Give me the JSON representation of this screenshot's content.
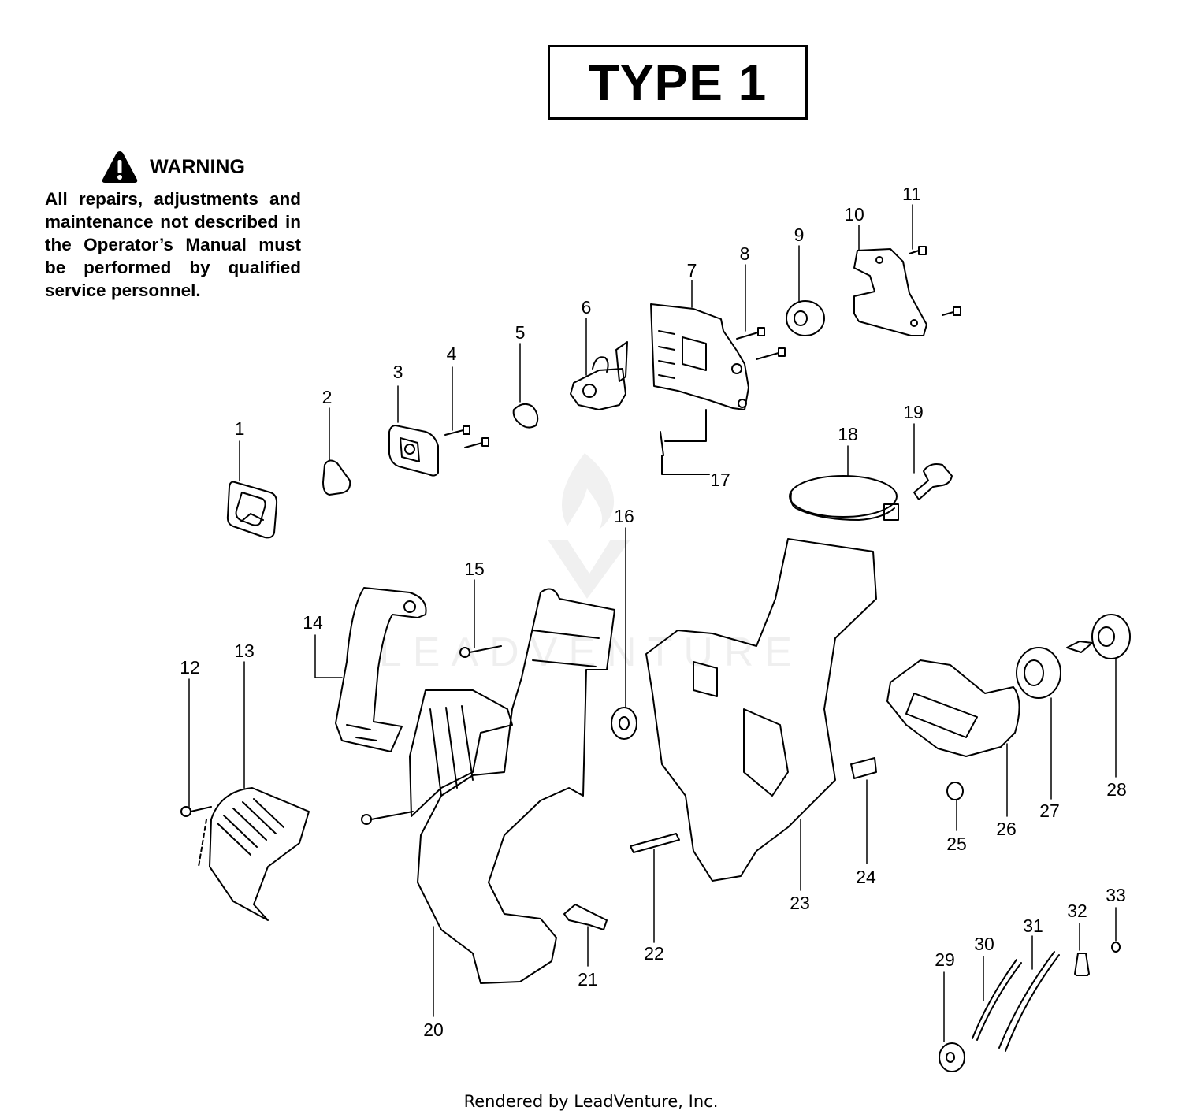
{
  "title": "TYPE 1",
  "warning": {
    "icon": "warning-triangle-icon",
    "heading": "WARNING",
    "text": "All repairs, adjustments and maintenance not described in the Operator’s Manual must be performed by qualified service personnel."
  },
  "footer": "Rendered by LeadVenture, Inc.",
  "watermark": "LEADVENTURE",
  "parts": [
    {
      "label": "1"
    },
    {
      "label": "2"
    },
    {
      "label": "3"
    },
    {
      "label": "4"
    },
    {
      "label": "5"
    },
    {
      "label": "6"
    },
    {
      "label": "7"
    },
    {
      "label": "8"
    },
    {
      "label": "9"
    },
    {
      "label": "10"
    },
    {
      "label": "11"
    },
    {
      "label": "12"
    },
    {
      "label": "13"
    },
    {
      "label": "14"
    },
    {
      "label": "15"
    },
    {
      "label": "16"
    },
    {
      "label": "17"
    },
    {
      "label": "18"
    },
    {
      "label": "19"
    },
    {
      "label": "20"
    },
    {
      "label": "21"
    },
    {
      "label": "22"
    },
    {
      "label": "23"
    },
    {
      "label": "24"
    },
    {
      "label": "25"
    },
    {
      "label": "26"
    },
    {
      "label": "27"
    },
    {
      "label": "28"
    },
    {
      "label": "29"
    },
    {
      "label": "30"
    },
    {
      "label": "31"
    },
    {
      "label": "32"
    },
    {
      "label": "33"
    }
  ]
}
